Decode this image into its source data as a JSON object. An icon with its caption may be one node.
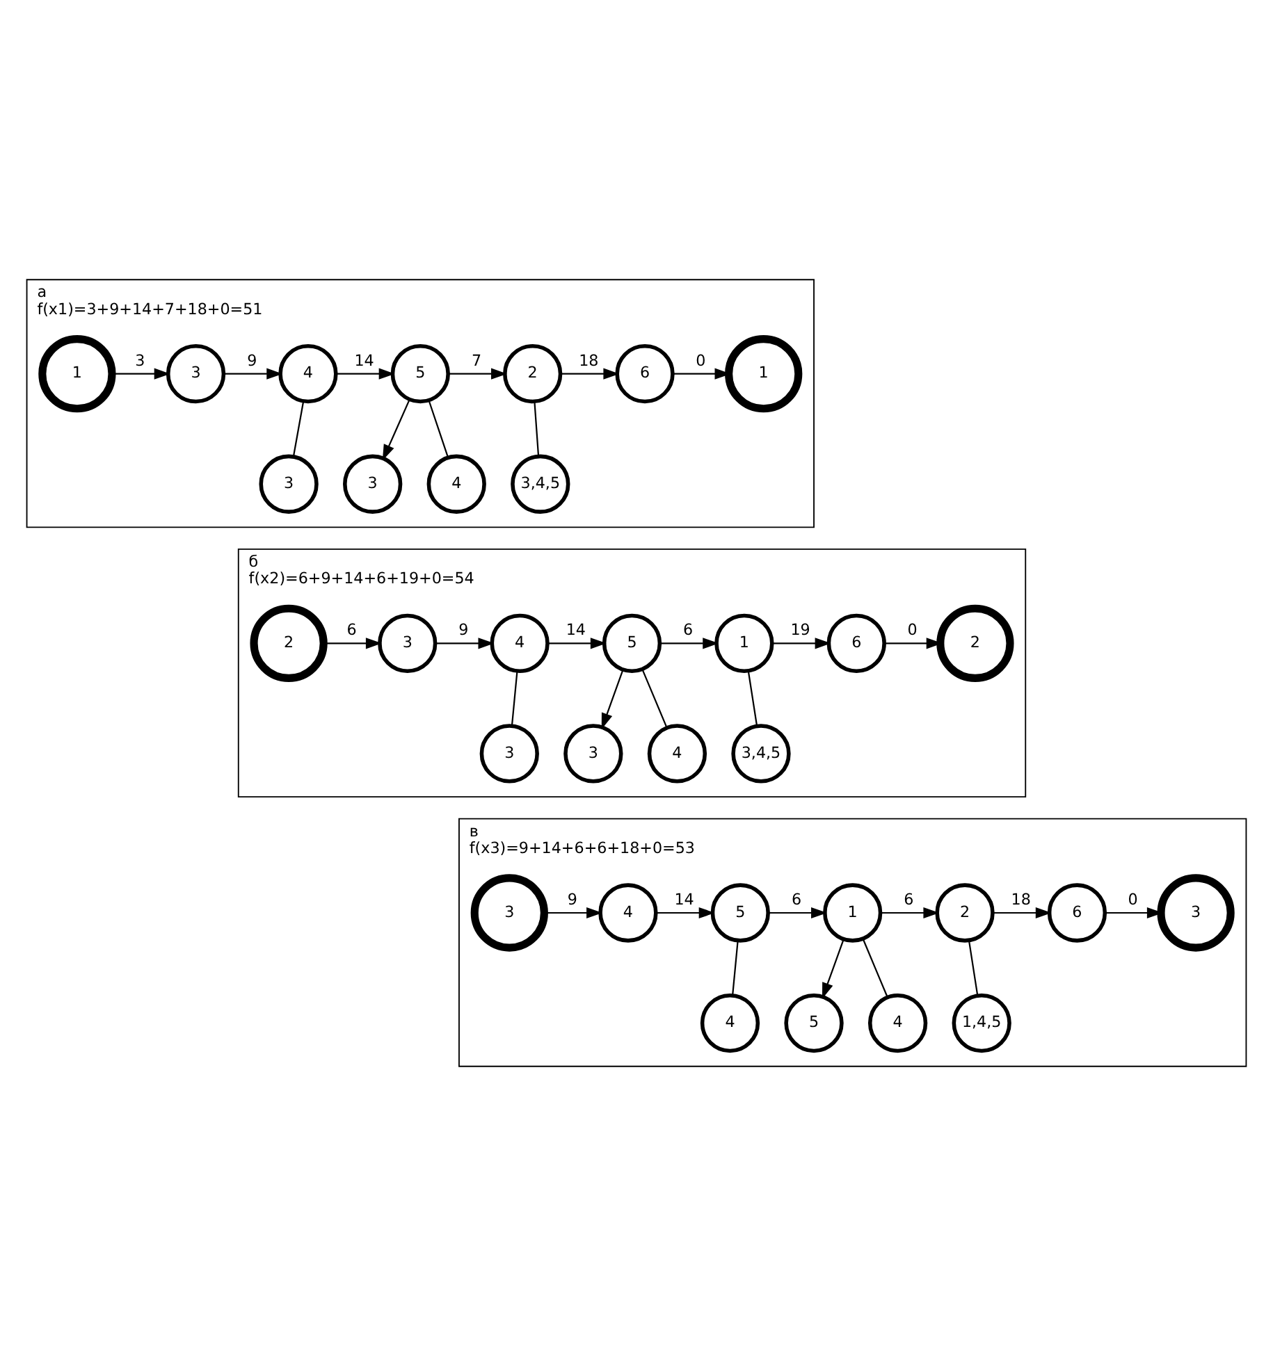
{
  "diagram": {
    "nodes": [
      {
        "text": [
          "а",
          "f(x1)=3+9+14+7+18+0=51"
        ]
      },
      {
        "text": [
          "1"
        ],
        "in": 0
      },
      {
        "text": [
          "3"
        ],
        "in": 0
      },
      {
        "text": [
          "4"
        ],
        "in": 0
      },
      {
        "text": [
          "5"
        ],
        "in": 0
      },
      {
        "text": [
          "2"
        ],
        "in": 0
      },
      {
        "text": [
          "6"
        ],
        "in": 0
      },
      {
        "text": [
          "1"
        ],
        "in": 0
      },
      {
        "text": [
          "3"
        ],
        "in": 0
      },
      {
        "text": [
          "4"
        ],
        "in": 0
      },
      {
        "text": [
          "3"
        ],
        "in": 0
      },
      {
        "text": [
          "3,4,5"
        ],
        "in": 0
      },
      {
        "text": [
          "б",
          "f(x2)=6+9+14+6+19+0=54"
        ]
      },
      {
        "text": [
          "2"
        ],
        "in": 12
      },
      {
        "text": [
          "3"
        ],
        "in": 12
      },
      {
        "text": [
          "4"
        ],
        "in": 12
      },
      {
        "text": [
          "5"
        ],
        "in": 12
      },
      {
        "text": [
          "1"
        ],
        "in": 12
      },
      {
        "text": [
          "6"
        ],
        "in": 12
      },
      {
        "text": [
          "2"
        ],
        "in": 12
      },
      {
        "text": [
          "3"
        ],
        "in": 12
      },
      {
        "text": [
          "4"
        ],
        "in": 12
      },
      {
        "text": [
          "3"
        ],
        "in": 12
      },
      {
        "text": [
          "3,4,5"
        ],
        "in": 12
      },
      {
        "text": [
          "в",
          "f(x3)=9+14+6+6+18+0=53"
        ]
      },
      {
        "text": [
          "3"
        ],
        "in": 24
      },
      {
        "text": [
          "4"
        ],
        "in": 24
      },
      {
        "text": [
          "5"
        ],
        "in": 24
      },
      {
        "text": [
          "1"
        ],
        "in": 24
      },
      {
        "text": [
          "2"
        ],
        "in": 24
      },
      {
        "text": [
          "6"
        ],
        "in": 24
      },
      {
        "text": [
          "3"
        ],
        "in": 24
      },
      {
        "text": [
          "4"
        ],
        "in": 24
      },
      {
        "text": [
          "4"
        ],
        "in": 24
      },
      {
        "text": [
          "5"
        ],
        "in": 24
      },
      {
        "text": [
          "1,4,5"
        ],
        "in": 24
      }
    ],
    "edges": [
      {
        "from": 1,
        "to": 2,
        "arrow": "to",
        "label": "3"
      },
      {
        "from": 2,
        "to": 3,
        "arrow": "to",
        "label": "9"
      },
      {
        "from": 3,
        "to": 4,
        "arrow": "to",
        "label": "14"
      },
      {
        "from": 4,
        "to": 5,
        "arrow": "to",
        "label": "7"
      },
      {
        "from": 5,
        "to": 6,
        "arrow": "to",
        "label": "18"
      },
      {
        "from": 6,
        "to": 7,
        "arrow": "to",
        "label": "0"
      },
      {
        "from": 3,
        "to": 8,
        "arrow": "none"
      },
      {
        "from": 4,
        "to": 9,
        "arrow": "none"
      },
      {
        "from": 4,
        "to": 10,
        "arrow": "to"
      },
      {
        "from": 5,
        "to": 11,
        "arrow": "none"
      },
      {
        "from": 13,
        "to": 14,
        "arrow": "to",
        "label": "6"
      },
      {
        "from": 14,
        "to": 15,
        "arrow": "to",
        "label": "9"
      },
      {
        "from": 15,
        "to": 16,
        "arrow": "to",
        "label": "14"
      },
      {
        "from": 16,
        "to": 17,
        "arrow": "to",
        "label": "6"
      },
      {
        "from": 17,
        "to": 18,
        "arrow": "to",
        "label": "19"
      },
      {
        "from": 18,
        "to": 19,
        "arrow": "to",
        "label": "0"
      },
      {
        "from": 15,
        "to": 20,
        "arrow": "none"
      },
      {
        "from": 16,
        "to": 21,
        "arrow": "none"
      },
      {
        "from": 16,
        "to": 22,
        "arrow": "to"
      },
      {
        "from": 17,
        "to": 23,
        "arrow": "none"
      },
      {
        "from": 25,
        "to": 26,
        "arrow": "to",
        "label": "9"
      },
      {
        "from": 26,
        "to": 27,
        "arrow": "to",
        "label": "14"
      },
      {
        "from": 27,
        "to": 28,
        "arrow": "to",
        "label": "6"
      },
      {
        "from": 28,
        "to": 29,
        "arrow": "to",
        "label": "6"
      },
      {
        "from": 29,
        "to": 30,
        "arrow": "to",
        "label": "18"
      },
      {
        "from": 30,
        "to": 31,
        "arrow": "to",
        "label": "0"
      },
      {
        "from": 27,
        "to": 32,
        "arrow": "none"
      },
      {
        "from": 28,
        "to": 33,
        "arrow": "none"
      },
      {
        "from": 28,
        "to": 34,
        "arrow": "to"
      },
      {
        "from": 29,
        "to": 35,
        "arrow": "none"
      }
    ]
  }
}
